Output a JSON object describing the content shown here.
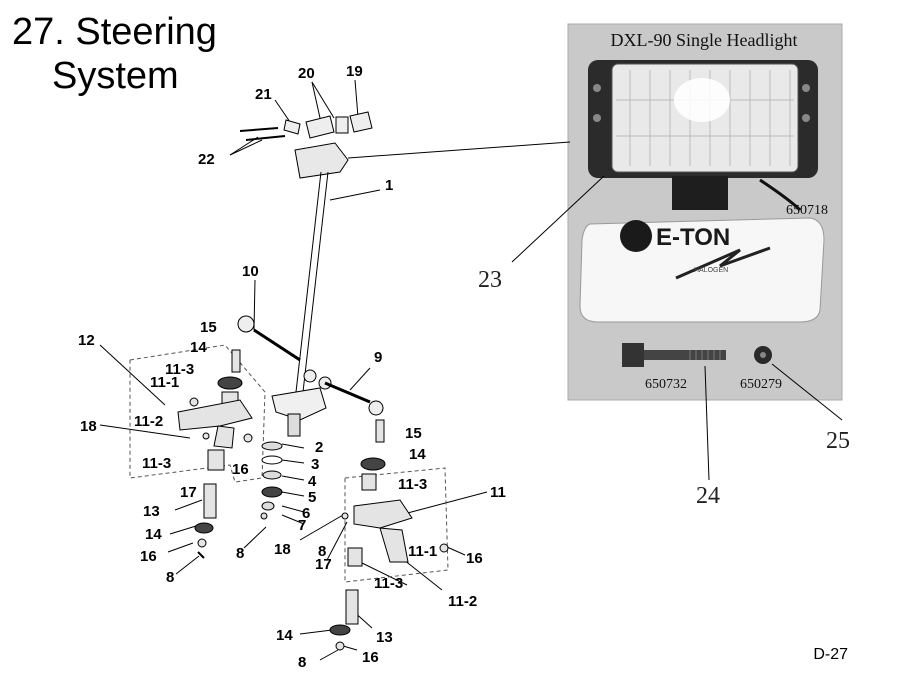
{
  "page": {
    "title_line1": "27. Steering",
    "title_line2": "System",
    "page_code": "D-27"
  },
  "photo": {
    "caption": "DXL-90 Single Headlight",
    "part_numbers": [
      "650718",
      "650732",
      "650279"
    ],
    "cover_brand": "E-TON",
    "cover_sub": "HALOGEN"
  },
  "callouts": [
    "1",
    "2",
    "3",
    "4",
    "5",
    "6",
    "7",
    "8",
    "8",
    "8",
    "8",
    "9",
    "10",
    "11",
    "11-1",
    "11-1",
    "11-2",
    "11-2",
    "11-3",
    "11-3",
    "11-3",
    "11-3",
    "12",
    "13",
    "13",
    "14",
    "14",
    "14",
    "14",
    "15",
    "15",
    "16",
    "16",
    "16",
    "16",
    "17",
    "17",
    "18",
    "18",
    "19",
    "20",
    "21",
    "22",
    "23",
    "24",
    "25"
  ]
}
